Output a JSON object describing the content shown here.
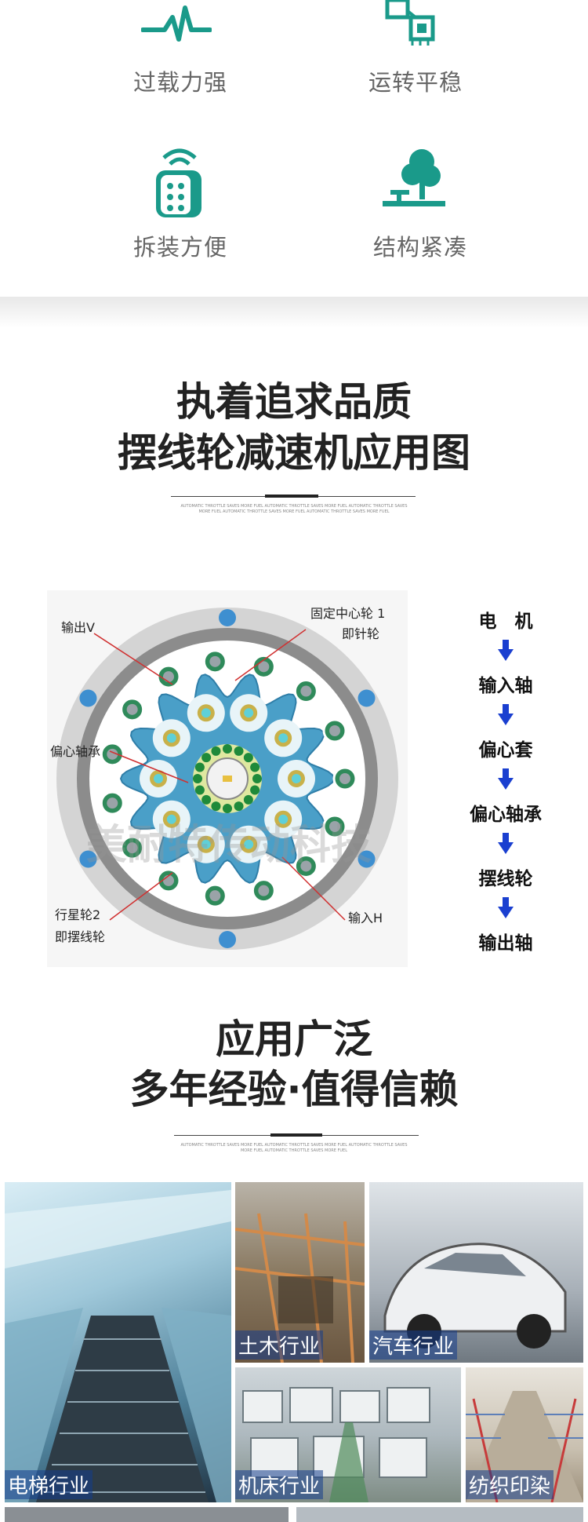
{
  "features": [
    {
      "label": "过载力强",
      "icon": "heartbeat-icon"
    },
    {
      "label": "运转平稳",
      "icon": "chip-icon"
    },
    {
      "label": "拆装方便",
      "icon": "remote-icon"
    },
    {
      "label": "结构紧凑",
      "icon": "tree-icon"
    }
  ],
  "section1": {
    "title_line1": "执着追求品质",
    "title_line2": "摆线轮减速机应用图",
    "tiny_text": "AUTOMATIC THROTTLE SAVES MORE FUEL AUTOMATIC THROTTLE SAVES MORE FUEL AUTOMATIC THROTTLE SAVES MORE FUEL AUTOMATIC THROTTLE SAVES MORE FUEL AUTOMATIC THROTTLE SAVES MORE FUEL"
  },
  "diagram": {
    "labels": {
      "output": "输出V",
      "fixed_center": "固定中心轮 1",
      "pin_wheel": "即针轮",
      "eccentric_bearing": "偏心轴承",
      "planet_wheel": "行星轮2",
      "cycloid_wheel": "即摆线轮",
      "input": "输入H"
    },
    "watermark": "美耐特传动科技"
  },
  "flow": [
    "电　机",
    "输入轴",
    "偏心套",
    "偏心轴承",
    "摆线轮",
    "输出轴"
  ],
  "section2": {
    "title_line1": "应用广泛",
    "title_line2": "多年经验·值得信赖",
    "tiny_text": "AUTOMATIC THROTTLE SAVES MORE FUEL AUTOMATIC THROTTLE SAVES MORE FUEL AUTOMATIC THROTTLE SAVES MORE FUEL AUTOMATIC THROTTLE SAVES MORE FUEL"
  },
  "industries": [
    {
      "label": "电梯行业"
    },
    {
      "label": "土木行业"
    },
    {
      "label": "汽车行业"
    },
    {
      "label": "机床行业"
    },
    {
      "label": "纺织印染"
    }
  ],
  "colors": {
    "teal": "#1a9a8a",
    "arrow_blue": "#1a3fd0",
    "gear_blue": "#4a9fc8"
  }
}
